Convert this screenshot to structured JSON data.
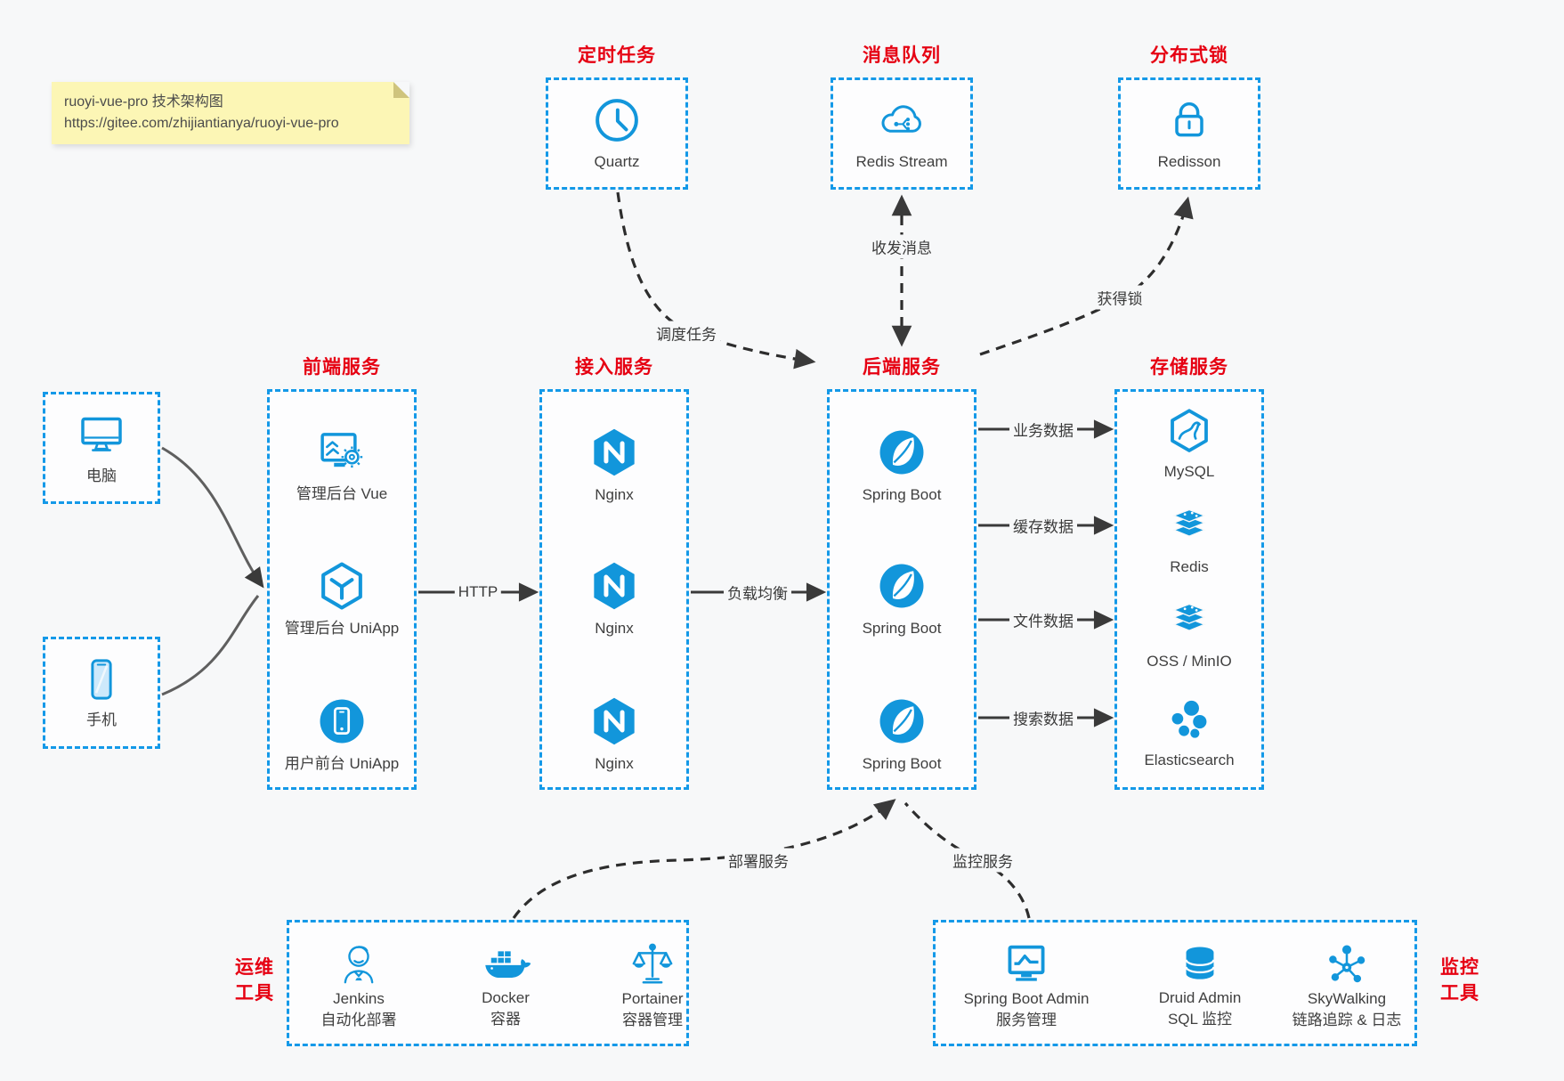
{
  "note": {
    "line1": "ruoyi-vue-pro 技术架构图",
    "line2": "https://gitee.com/zhijiantianya/ruoyi-vue-pro"
  },
  "colors": {
    "accent_blue": "#1296db",
    "border_blue": "#1499e8",
    "title_red": "#e60012",
    "note_bg": "#fcf6b5"
  },
  "top_groups": [
    {
      "title": "定时任务",
      "item": {
        "icon": "clock-icon",
        "label": "Quartz"
      }
    },
    {
      "title": "消息队列",
      "item": {
        "icon": "mq-cloud-icon",
        "label": "Redis Stream"
      }
    },
    {
      "title": "分布式锁",
      "item": {
        "icon": "lock-icon",
        "label": "Redisson"
      }
    }
  ],
  "clients": [
    {
      "icon": "desktop-icon",
      "label": "电脑"
    },
    {
      "icon": "smartphone-icon",
      "label": "手机"
    }
  ],
  "service_groups": [
    {
      "title": "前端服务",
      "items": [
        {
          "icon": "admin-vue-icon",
          "label": "管理后台 Vue"
        },
        {
          "icon": "uniapp-cube-icon",
          "label": "管理后台 UniApp"
        },
        {
          "icon": "uniapp-user-icon",
          "label": "用户前台 UniApp"
        }
      ]
    },
    {
      "title": "接入服务",
      "items": [
        {
          "icon": "nginx-icon",
          "label": "Nginx"
        },
        {
          "icon": "nginx-icon",
          "label": "Nginx"
        },
        {
          "icon": "nginx-icon",
          "label": "Nginx"
        }
      ]
    },
    {
      "title": "后端服务",
      "items": [
        {
          "icon": "spring-boot-icon",
          "label": "Spring Boot"
        },
        {
          "icon": "spring-boot-icon",
          "label": "Spring Boot"
        },
        {
          "icon": "spring-boot-icon",
          "label": "Spring Boot"
        }
      ]
    },
    {
      "title": "存储服务",
      "items": [
        {
          "icon": "mysql-icon",
          "label": "MySQL"
        },
        {
          "icon": "redis-stack-icon",
          "label": "Redis"
        },
        {
          "icon": "oss-stack-icon",
          "label": "OSS / MinIO"
        },
        {
          "icon": "elasticsearch-icon",
          "label": "Elasticsearch"
        }
      ]
    }
  ],
  "bottom_groups": [
    {
      "side_label": {
        "line1": "运维",
        "line2": "工具"
      },
      "items": [
        {
          "icon": "jenkins-icon",
          "label": "Jenkins",
          "sublabel": "自动化部署"
        },
        {
          "icon": "docker-icon",
          "label": "Docker",
          "sublabel": "容器"
        },
        {
          "icon": "portainer-icon",
          "label": "Portainer",
          "sublabel": "容器管理"
        }
      ]
    },
    {
      "side_label": {
        "line1": "监控",
        "line2": "工具"
      },
      "items": [
        {
          "icon": "spring-boot-admin-icon",
          "label": "Spring Boot Admin",
          "sublabel": "服务管理"
        },
        {
          "icon": "druid-icon",
          "label": "Druid Admin",
          "sublabel": "SQL 监控"
        },
        {
          "icon": "skywalking-icon",
          "label": "SkyWalking",
          "sublabel": "链路追踪 & 日志"
        }
      ]
    }
  ],
  "edge_labels": {
    "http": "HTTP",
    "load_balance": "负载均衡",
    "schedule": "调度任务",
    "message": "收发消息",
    "lock": "获得锁",
    "business_data": "业务数据",
    "cache_data": "缓存数据",
    "file_data": "文件数据",
    "search_data": "搜索数据",
    "deploy": "部署服务",
    "monitor": "监控服务"
  }
}
